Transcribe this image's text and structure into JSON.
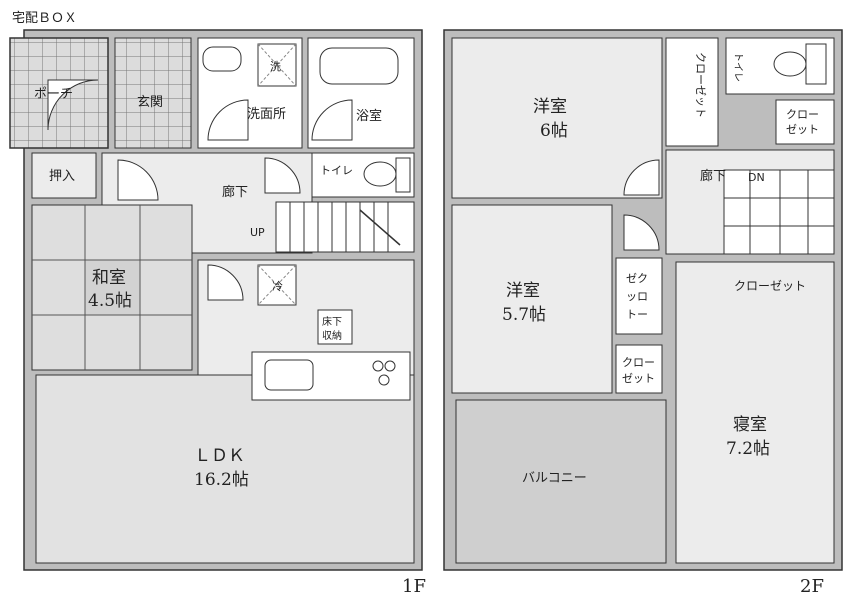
{
  "floor_1": {
    "floor_label": "1F",
    "delivery_box": "宅配ＢＯＸ",
    "porch": "ポーチ",
    "entrance": "玄関",
    "washroom": "洗面所",
    "washer_mark": "洗",
    "bathroom": "浴室",
    "closet_oshiire": "押入",
    "hallway": "廊下",
    "toilet": "トイレ",
    "stairs_up": "UP",
    "washitsu": "和室",
    "washitsu_size": "4.5帖",
    "fridge_mark": "冷",
    "underfloor_1": "床下",
    "underfloor_2": "収納",
    "ldk": "ＬＤＫ",
    "ldk_size": "16.2帖"
  },
  "floor_2": {
    "floor_label": "2F",
    "western_room_a": "洋室",
    "western_room_a_size": "6帖",
    "closet_a": "クローゼット",
    "toilet": "トイレ",
    "closet_b_1": "クロー",
    "closet_b_2": "ゼット",
    "hallway": "廊下",
    "stairs_down": "DN",
    "western_room_b": "洋室",
    "western_room_b_size": "5.7帖",
    "closet_c_1": "ゼク",
    "closet_c_2": "ッロ",
    "closet_c_3": "トー",
    "closet_d": "クローゼット",
    "closet_e_1": "クロー",
    "closet_e_2": "ゼット",
    "balcony": "バルコニー",
    "bedroom": "寝室",
    "bedroom_size": "7.2帖"
  }
}
